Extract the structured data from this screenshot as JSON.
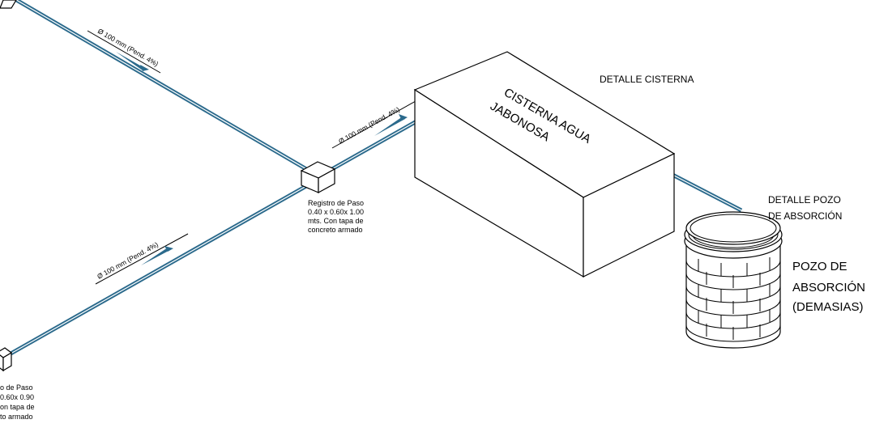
{
  "labels": {
    "pipe_top_left": "Ø 100 mm (Pend. 4%)",
    "pipe_center": "Ø 100 mm (Pend. 4%)",
    "pipe_lower_left": "Ø 100 mm (Pend. 4%)",
    "registro_center": [
      "Registro de Paso",
      "0.40 x 0.60x 1.00",
      "mts. Con tapa de",
      "concreto armado"
    ],
    "registro_bottom": [
      "o de Paso",
      "0.60x 0.90",
      "on tapa de",
      "to armado"
    ],
    "cisterna_title": [
      "CISTERNA AGUA",
      "JABONOSA"
    ],
    "detalle_cisterna": "DETALLE CISTERNA",
    "detalle_pozo": [
      "DETALLE POZO",
      "DE ABSORCIÓN"
    ],
    "pozo_title": [
      "POZO DE",
      "ABSORCIÓN",
      "(DEMASIAS)"
    ]
  },
  "colors": {
    "pipe": "#2b6a8c",
    "linework": "#000000"
  }
}
